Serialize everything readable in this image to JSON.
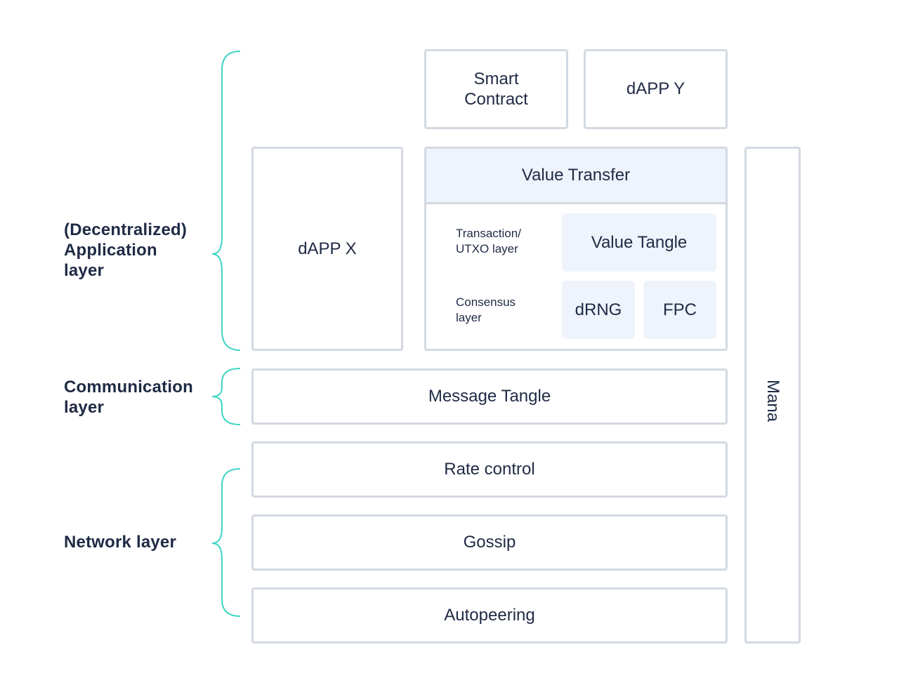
{
  "layers": {
    "application": "(Decentralized) Application layer",
    "communication": "Communication layer",
    "network": "Network layer"
  },
  "boxes": {
    "smart_contract": "Smart Contract",
    "dapp_y": "dAPP Y",
    "dapp_x": "dAPP X",
    "value_transfer": "Value Transfer",
    "transaction_layer": "Transaction/ UTXO layer",
    "value_tangle": "Value Tangle",
    "consensus_layer": "Consensus layer",
    "drng": "dRNG",
    "fpc": "FPC",
    "message_tangle": "Message Tangle",
    "rate_control": "Rate control",
    "gossip": "Gossip",
    "autopeering": "Autopeering",
    "mana": "Mana"
  },
  "colors": {
    "brace": "#3fd6c4",
    "border": "#d3d9e2",
    "tile_fill": "#eef3fc",
    "text": "#1f2a44"
  }
}
